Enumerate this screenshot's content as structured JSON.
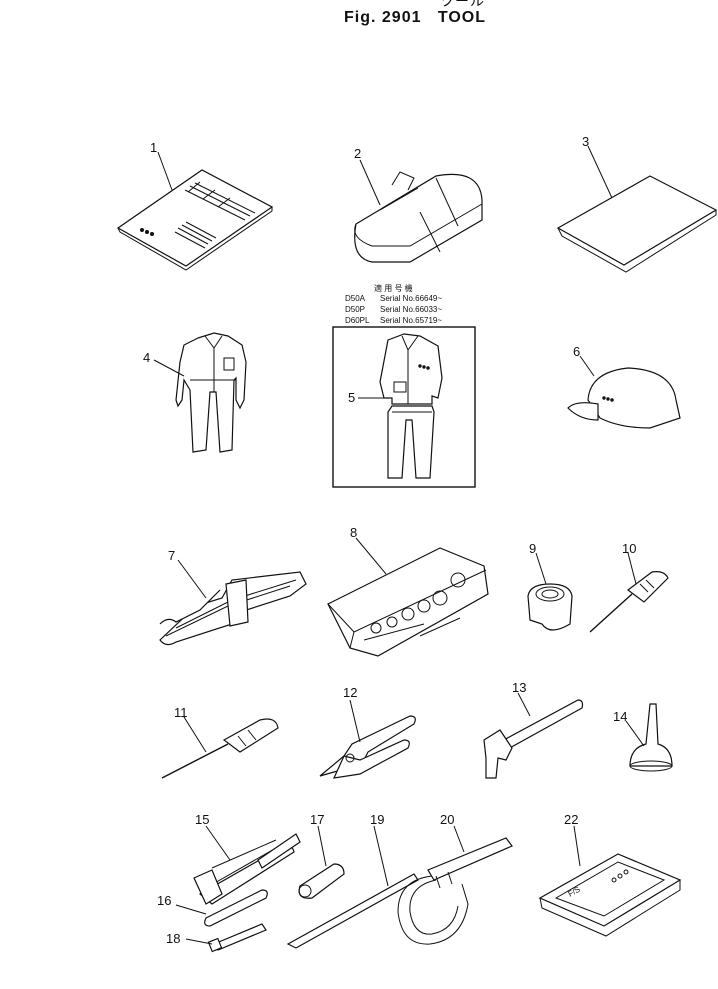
{
  "header": {
    "title_jp": "ツール",
    "fig_label": "Fig.",
    "fig_number": "2901",
    "title": "TOOL"
  },
  "applicable": {
    "heading": "適 用 号 機",
    "rows": [
      {
        "model": "D50A",
        "serial": "Serial No.66649~"
      },
      {
        "model": "D50P",
        "serial": "Serial No.66033~"
      },
      {
        "model": "D60PL",
        "serial": "Serial No.65719~"
      }
    ]
  },
  "parts": [
    {
      "id": "part-1",
      "number": "1",
      "icon": "manual-sheet-icon"
    },
    {
      "id": "part-2",
      "number": "2",
      "icon": "tool-bag-icon"
    },
    {
      "id": "part-3",
      "number": "3",
      "icon": "folder-sheet-icon"
    },
    {
      "id": "part-4",
      "number": "4",
      "icon": "coverall-icon"
    },
    {
      "id": "part-5",
      "number": "5",
      "icon": "work-suit-icon"
    },
    {
      "id": "part-6",
      "number": "6",
      "icon": "cap-icon"
    },
    {
      "id": "part-7",
      "number": "7",
      "icon": "wrench-set-icon"
    },
    {
      "id": "part-8",
      "number": "8",
      "icon": "socket-set-icon"
    },
    {
      "id": "part-9",
      "number": "9",
      "icon": "socket-icon"
    },
    {
      "id": "part-10",
      "number": "10",
      "icon": "screwdriver-icon"
    },
    {
      "id": "part-11",
      "number": "11",
      "icon": "screwdriver-icon"
    },
    {
      "id": "part-12",
      "number": "12",
      "icon": "pliers-icon"
    },
    {
      "id": "part-13",
      "number": "13",
      "icon": "hammer-icon"
    },
    {
      "id": "part-14",
      "number": "14",
      "icon": "oil-can-icon"
    },
    {
      "id": "part-15",
      "number": "15",
      "icon": "grease-gun-icon"
    },
    {
      "id": "part-16",
      "number": "16",
      "icon": "nozzle-icon"
    },
    {
      "id": "part-17",
      "number": "17",
      "icon": "cartridge-icon"
    },
    {
      "id": "part-18",
      "number": "18",
      "icon": "nipple-icon"
    },
    {
      "id": "part-19",
      "number": "19",
      "icon": "bar-icon"
    },
    {
      "id": "part-20",
      "number": "20",
      "icon": "filter-wrench-icon"
    },
    {
      "id": "part-22",
      "number": "22",
      "icon": "case-icon"
    }
  ],
  "case_text": "F/S"
}
